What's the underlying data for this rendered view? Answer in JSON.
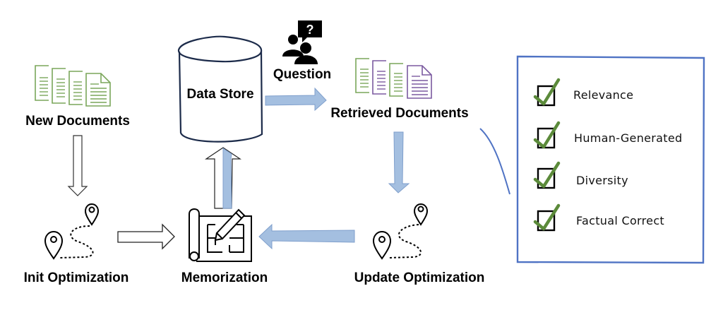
{
  "nodes": {
    "new_documents": "New Documents",
    "data_store": "Data Store",
    "question": "Question",
    "retrieved_documents": "Retrieved Documents",
    "init_optimization": "Init Optimization",
    "memorization": "Memorization",
    "update_optimization": "Update Optimization"
  },
  "criteria": {
    "items": [
      "Relevance",
      "Human-Generated",
      "Diversity",
      "Factual Correct"
    ]
  },
  "colors": {
    "green_doc": "#7aa65a",
    "purple_doc": "#7b5aa0",
    "blue_arrow": "#a4bfe0",
    "blue_arrow_stroke": "#7f9fcc",
    "box_border": "#4f73c4",
    "check_green": "#5b8a3a",
    "cylinder": "#1c2b4a"
  }
}
